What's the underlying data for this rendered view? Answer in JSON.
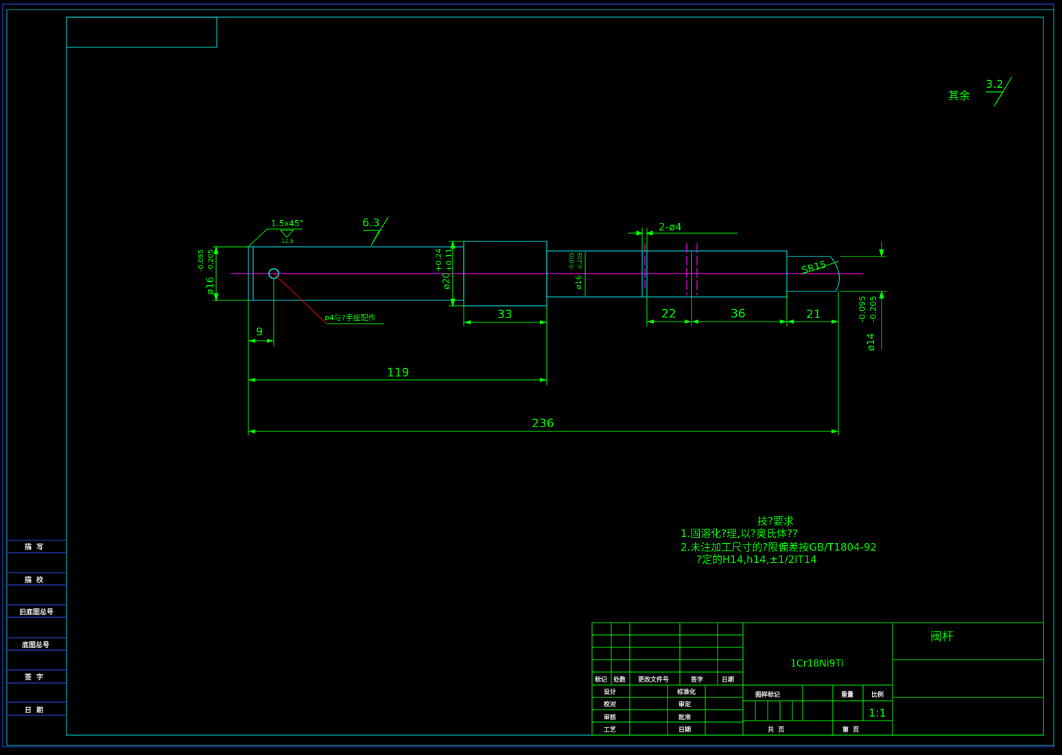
{
  "colors": {
    "background": "#000000",
    "frame": "#00c0c0",
    "dimension": "#00ff00",
    "part_outline": "#00c0c0",
    "centerline": "#ff00ff",
    "leader": "#ff0000",
    "table": "#00ff00"
  },
  "roughness": {
    "general_label": "其余",
    "general_value": "3.2",
    "surface_value": "6.3",
    "chamfer_value": "12.5"
  },
  "annotations": {
    "chamfer": "1.5x45°",
    "hole_note": "ø4与?手座配作",
    "holes": "2-ø4",
    "sphere": "SR15"
  },
  "diameters": {
    "left": "ø16",
    "left_tol_upper": "-0.095",
    "left_tol_lower": "-0.205",
    "collar": "ø20",
    "collar_tol_upper": "+0.24",
    "collar_tol_lower": "+0.11",
    "mid": "ø16",
    "mid_tol_upper": "-0.095",
    "mid_tol_lower": "-0.205",
    "right": "ø14",
    "right_tol_upper": "-0.095",
    "right_tol_lower": "-0.205"
  },
  "lengths": {
    "hole_pos": "9",
    "collar": "33",
    "seg_22": "22",
    "seg_36": "36",
    "seg_21": "21",
    "to_collar": "119",
    "overall": "236"
  },
  "requirements": {
    "title": "技?要求",
    "line1": "1.固溶化?理,以?奥氏体??",
    "line2": "2.未注加工尺寸的?限偏差按GB/T1804-92",
    "line3": "?定的H14,h14,±1/2IT14"
  },
  "side_table": {
    "rows": [
      "描  写",
      "描  校",
      "旧底图总号",
      "底图总号",
      "签  字",
      "日  期"
    ]
  },
  "title_block": {
    "material": "1Cr18Ni9Ti",
    "part_name": "阀杆",
    "scale": "1:1",
    "header_cells": [
      "标记",
      "处数",
      "更改文件号",
      "签字",
      "日期"
    ],
    "role_left": [
      "设计",
      "校对",
      "审核",
      "工艺"
    ],
    "role_mid": [
      "标准化",
      "审定",
      "批准",
      "日期"
    ],
    "mark_label": "图样标记",
    "weight_label": "重量",
    "scale_label": "比例",
    "total_pages": "共  页",
    "page_no": "第  页"
  }
}
